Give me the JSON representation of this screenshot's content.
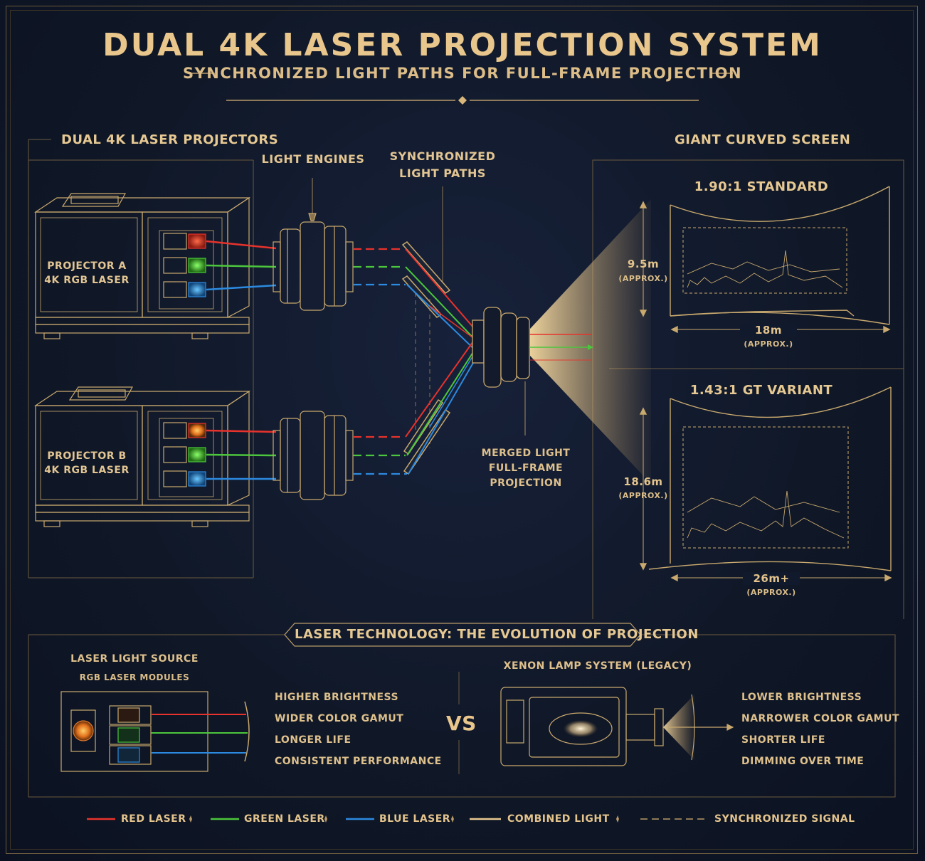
{
  "header": {
    "title": "DUAL 4K LASER PROJECTION SYSTEM",
    "subtitle": "SYNCHRONIZED LIGHT PATHS FOR FULL-FRAME PROJECTION"
  },
  "left_panel": {
    "heading": "DUAL 4K LASER PROJECTORS",
    "projector_a": {
      "name": "PROJECTOR A",
      "type": "4K RGB LASER"
    },
    "projector_b": {
      "name": "PROJECTOR B",
      "type": "4K RGB LASER"
    }
  },
  "middle": {
    "light_engines": "LIGHT ENGINES",
    "sync_paths_line1": "SYNCHRONIZED",
    "sync_paths_line2": "LIGHT PATHS",
    "merged_line1": "MERGED LIGHT",
    "merged_line2": "FULL-FRAME",
    "merged_line3": "PROJECTION"
  },
  "right_panel": {
    "heading": "GIANT CURVED SCREEN",
    "standard": {
      "title": "1.90:1 STANDARD",
      "height": "9.5m",
      "height_note": "(APPROX.)",
      "width": "18m",
      "width_note": "(APPROX.)"
    },
    "gt": {
      "title": "1.43:1 GT VARIANT",
      "height": "18.6m",
      "height_note": "(APPROX.)",
      "width": "26m+",
      "width_note": "(APPROX.)"
    }
  },
  "bottom": {
    "heading": "LASER TECHNOLOGY: THE EVOLUTION OF PROJECTION",
    "laser": {
      "title": "LASER LIGHT SOURCE",
      "subtitle": "RGB LASER MODULES",
      "benefits": [
        "HIGHER BRIGHTNESS",
        "WIDER COLOR GAMUT",
        "LONGER LIFE",
        "CONSISTENT PERFORMANCE"
      ]
    },
    "vs": "VS",
    "xenon": {
      "title": "XENON LAMP SYSTEM (LEGACY)",
      "drawbacks": [
        "LOWER BRIGHTNESS",
        "NARROWER COLOR GAMUT",
        "SHORTER LIFE",
        "DIMMING OVER TIME"
      ]
    }
  },
  "legend": {
    "items": [
      {
        "label": "RED LASER",
        "color": "#e8322c"
      },
      {
        "label": "GREEN LASER",
        "color": "#4cc63c"
      },
      {
        "label": "BLUE LASER",
        "color": "#2c8ae0"
      },
      {
        "label": "COMBINED LIGHT",
        "color": "#e8c890"
      },
      {
        "label": "SYNCHRONIZED SIGNAL",
        "color": "#b89a68"
      }
    ]
  },
  "colors": {
    "gold": "#e4c48c",
    "line": "#c9a96e",
    "red": "#e8322c",
    "green": "#4cc63c",
    "blue": "#2c8ae0",
    "background": "#111a2c"
  },
  "icons": [
    "projector-a-icon",
    "projector-b-icon",
    "light-engine-icon",
    "mirror-icon",
    "lens-icon",
    "curved-screen-icon",
    "laser-module-icon",
    "xenon-lamp-icon"
  ]
}
